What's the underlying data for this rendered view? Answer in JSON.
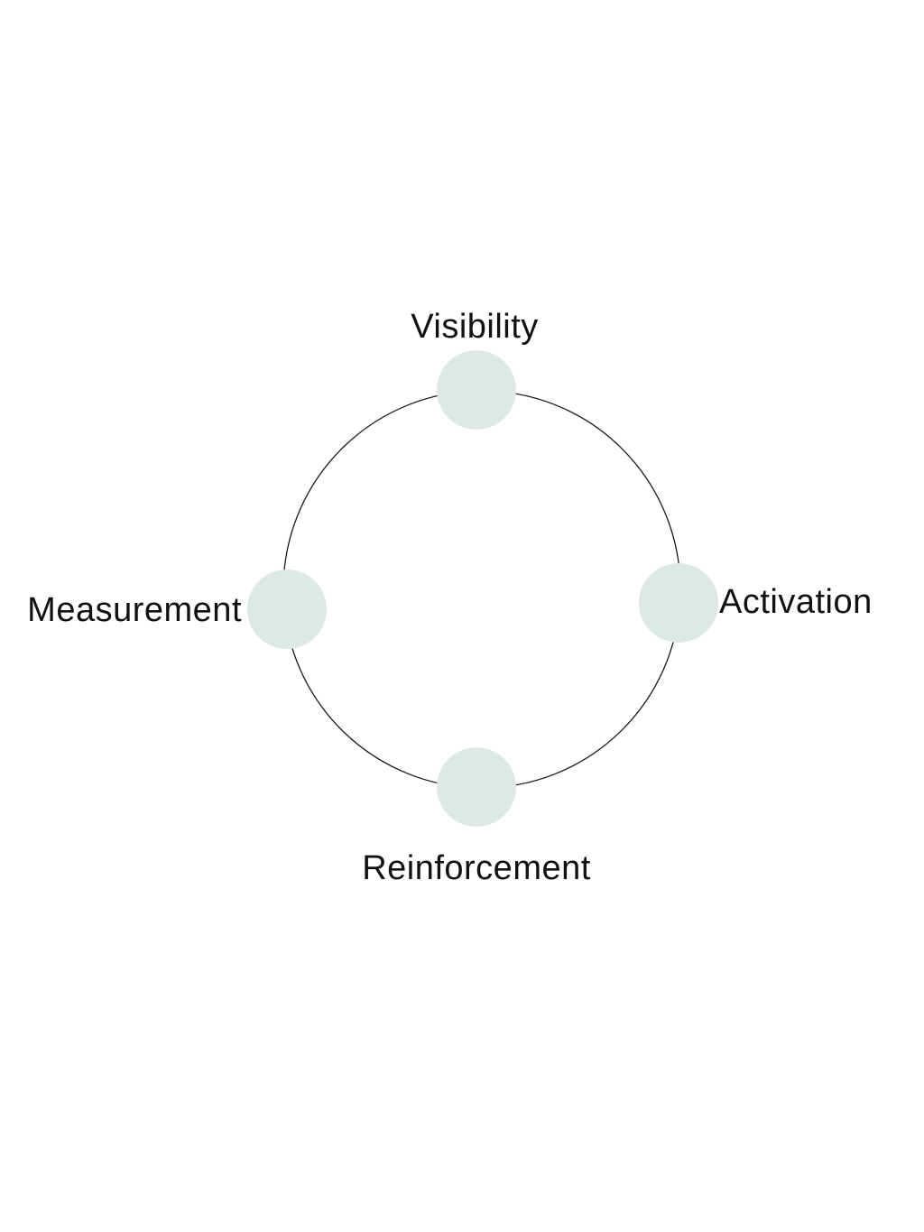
{
  "diagram": {
    "type": "cycle-diagram",
    "background_color": "#ffffff",
    "ring": {
      "stroke_color": "#1a1a1a",
      "fill": "none"
    },
    "node_style": {
      "fill_color": "#dde9e5"
    },
    "nodes": [
      {
        "id": "visibility",
        "label": "Visibility",
        "position": "top"
      },
      {
        "id": "activation",
        "label": "Activation",
        "position": "right"
      },
      {
        "id": "reinforcement",
        "label": "Reinforcement",
        "position": "bottom"
      },
      {
        "id": "measurement",
        "label": "Measurement",
        "position": "left"
      }
    ]
  }
}
